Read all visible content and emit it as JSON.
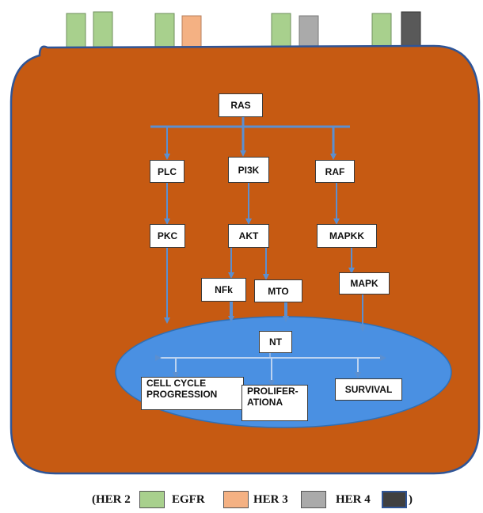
{
  "nodes": {
    "ras": "RAS",
    "plc": "PLC",
    "pi3k": "PI3K",
    "raf": "RAF",
    "pkc": "PKC",
    "akt": "AKT",
    "mapkk": "MAPKK",
    "nfk": "NFk",
    "mto": "MTO",
    "mapk": "MAPK",
    "nt": "NT",
    "cell_cycle_1": "CELL CYCLE",
    "cell_cycle_2": "PROGRESSION",
    "prolif_1": "PROLIFER-",
    "prolif_2": "ATIONA",
    "survival": "SURVIVAL"
  },
  "legend": {
    "open": "(HER 2",
    "egfr": "EGFR",
    "her3": "HER 3",
    "her4": "HER 4",
    "close": ")"
  },
  "colors": {
    "cell": "#C65A12",
    "nucleus": "#4A90E2",
    "arrow": "#5B8FD0",
    "her2": "#A8D08D",
    "egfr": "#F4B183",
    "her3": "#AAAAAA",
    "her4": "#595959"
  }
}
